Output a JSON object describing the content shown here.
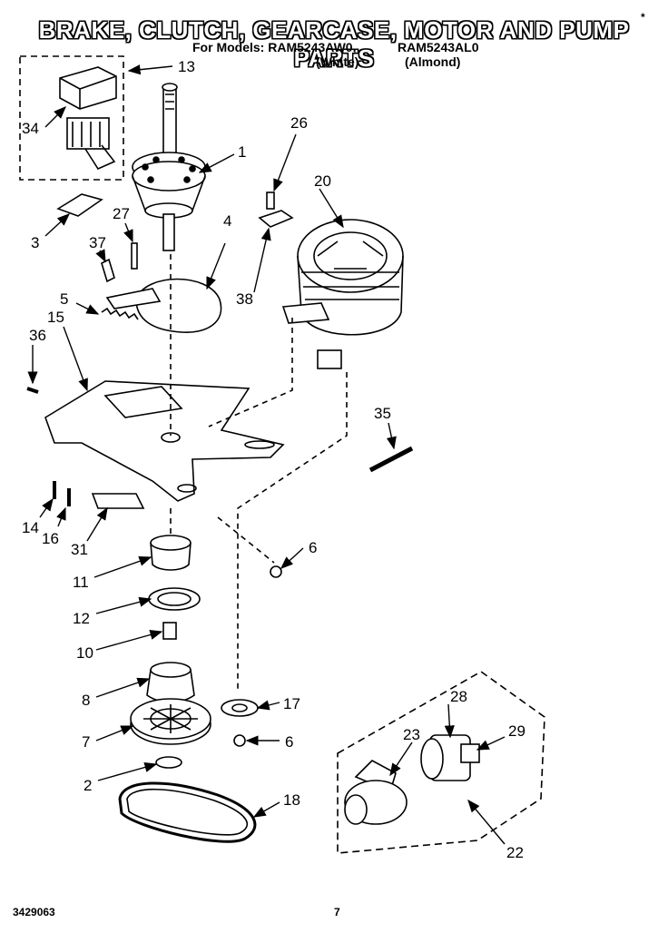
{
  "header": {
    "title": "BRAKE, CLUTCH, GEARCASE, MOTOR AND PUMP PARTS",
    "mark": "*",
    "models_prefix": "For Models: RAM5243AW0,",
    "model_2": "RAM5243AL0",
    "variant_1": "(White)",
    "variant_2": "(Almond)"
  },
  "callouts": [
    "13",
    "34",
    "1",
    "26",
    "20",
    "3",
    "27",
    "4",
    "37",
    "38",
    "5",
    "15",
    "36",
    "35",
    "14",
    "16",
    "31",
    "6",
    "11",
    "12",
    "10",
    "8",
    "17",
    "28",
    "7",
    "6",
    "23",
    "29",
    "2",
    "18",
    "22"
  ],
  "footer": {
    "doc_number": "3429063",
    "page": "7"
  }
}
